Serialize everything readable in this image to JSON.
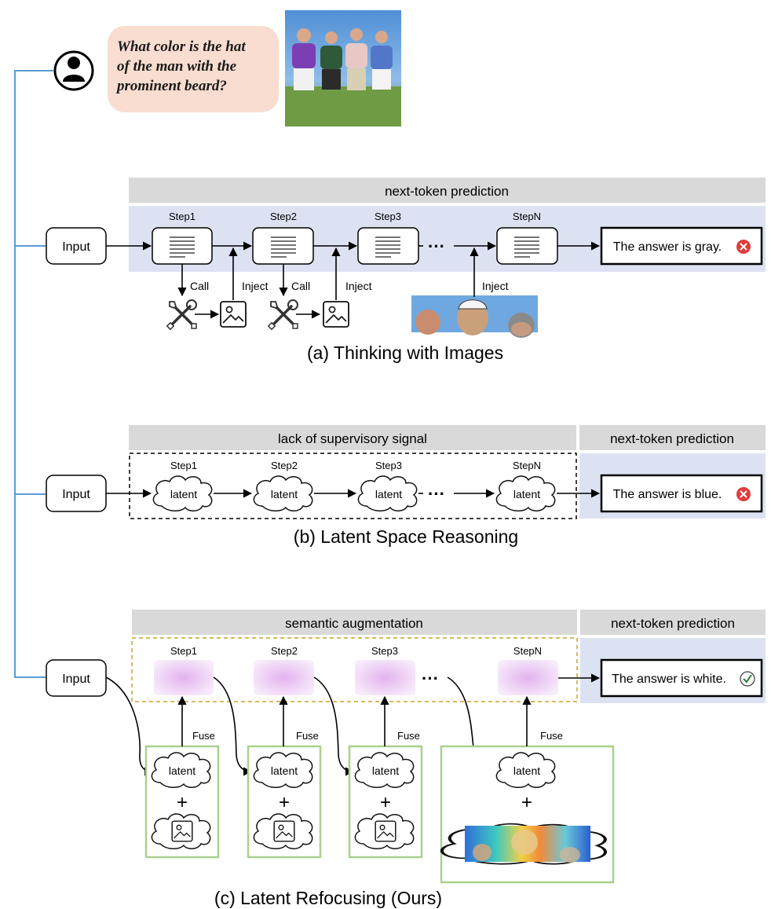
{
  "question": {
    "line1": "What color is the hat",
    "line2": "of the man with the",
    "line3": "prominent beard?"
  },
  "panel_a": {
    "header": "next-token prediction",
    "input": "Input",
    "steps": [
      "Step1",
      "Step2",
      "Step3",
      "StepN"
    ],
    "ellipsis": "···",
    "call1": "Call",
    "inject1": "Inject",
    "call2": "Call",
    "inject2": "Inject",
    "inject3": "Inject",
    "answer": "The answer is gray.",
    "caption": "(a) Thinking with Images"
  },
  "panel_b": {
    "header_left": "lack of supervisory signal",
    "header_right": "next-token prediction",
    "input": "Input",
    "steps": [
      "Step1",
      "Step2",
      "Step3",
      "StepN"
    ],
    "latent": "latent",
    "ellipsis": "···",
    "answer": "The answer is blue.",
    "caption": "(b) Latent Space Reasoning"
  },
  "panel_c": {
    "header_left": "semantic augmentation",
    "header_right": "next-token prediction",
    "input": "Input",
    "steps": [
      "Step1",
      "Step2",
      "Step3",
      "StepN"
    ],
    "fuse": "Fuse",
    "latent": "latent",
    "plus": "+",
    "ellipsis": "···",
    "answer": "The answer is white.",
    "caption": "(c) Latent Refocusing (Ours)"
  },
  "colors": {
    "blue_band": "#dde2f3",
    "gray_header": "#d9d9d9",
    "connector": "#5b9bd5",
    "bubble": "#f8ddd0",
    "green_box": "#a9d18e",
    "dashed_orange": "#c9a227",
    "wrong": "#e03c3c",
    "purple_step": "#ebc8f0"
  },
  "icons": [
    "user-icon",
    "document-icon",
    "tools-icon",
    "image-icon",
    "cross-icon",
    "check-icon",
    "cloud-icon"
  ]
}
